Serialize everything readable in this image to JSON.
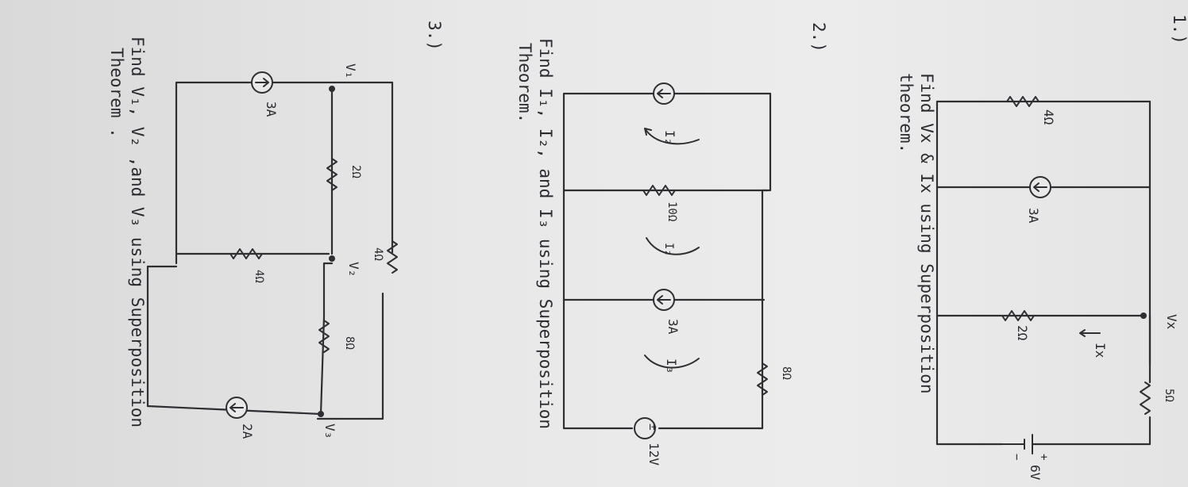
{
  "problems": [
    {
      "number": "1.)",
      "task_line1": "Find  Vx & Ix  using  Superposition",
      "task_line2": "theorem.",
      "labels": {
        "r_left": "4Ω",
        "source_a": "3A",
        "node": "Vx",
        "r_top": "5Ω",
        "current": "Ix",
        "r_mid": "2Ω",
        "v_plus": "+",
        "v_minus": "−",
        "v_value": "6V"
      }
    },
    {
      "number": "2.)",
      "task_line1": "Find  I₁, I₂, and  I₃  using  Superposition",
      "task_line2": "Theorem.",
      "labels": {
        "loop1": "I₂",
        "r_mid": "10Ω",
        "loop2": "I₂",
        "source_a": "3A",
        "loop3": "I₃",
        "r_top": "8Ω",
        "v_value": "12V"
      }
    },
    {
      "number": "3.)",
      "task_line1": "Find  V₁, V₂ ,and  V₃  using  Superposition",
      "task_line2": "Theorem .",
      "labels": {
        "node1": "V₁",
        "source_left": "3A",
        "r_a": "2Ω",
        "r_top": "4Ω",
        "node2": "V₂",
        "r_mid": "4Ω",
        "r_b": "8Ω",
        "node3": "V₃",
        "source_right": "2A"
      }
    }
  ]
}
